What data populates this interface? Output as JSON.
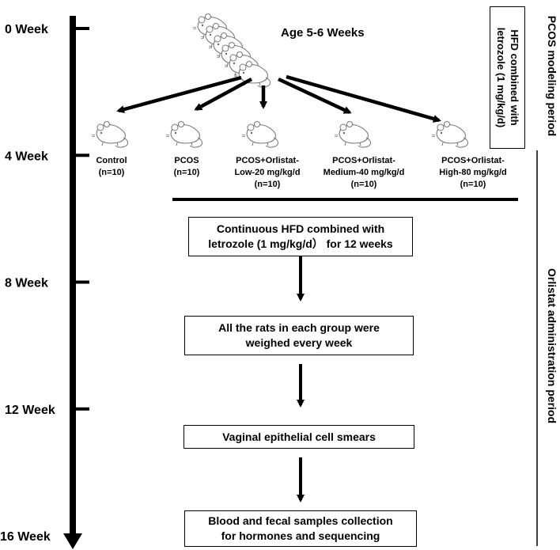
{
  "timeline": {
    "weeks": [
      {
        "label": "0 Week",
        "y": 0
      },
      {
        "label": "4 Week",
        "y": 4
      },
      {
        "label": "8 Week",
        "y": 8
      },
      {
        "label": "12 Week",
        "y": 12
      },
      {
        "label": "16 Week",
        "y": 16
      }
    ]
  },
  "age_label": "Age 5-6 Weeks",
  "groups": [
    {
      "line1": "Control",
      "line2": "(n=10)",
      "line3": ""
    },
    {
      "line1": "PCOS",
      "line2": "(n=10)",
      "line3": ""
    },
    {
      "line1": "PCOS+Orlistat-",
      "line2": "Low-20 mg/kg/d",
      "line3": "(n=10)"
    },
    {
      "line1": "PCOS+Orlistat-",
      "line2": "Medium-40 mg/kg/d",
      "line3": "(n=10)"
    },
    {
      "line1": "PCOS+Orlistat-",
      "line2": "High-80 mg/kg/d",
      "line3": "(n=10)"
    }
  ],
  "steps": [
    "Continuous HFD combined with\nletrozole (1 mg/kg/d） for 12 weeks",
    "All the rats in each group were\nweighed every week",
    "Vaginal epithelial cell smears",
    "Blood and fecal samples collection\nfor hormones and sequencing"
  ],
  "modeling_box": "HFD combined with\nletrozole (1 mg/kg/d)",
  "periods": {
    "modeling": "PCOS modeling period",
    "administration": "Orlistat administration period"
  }
}
